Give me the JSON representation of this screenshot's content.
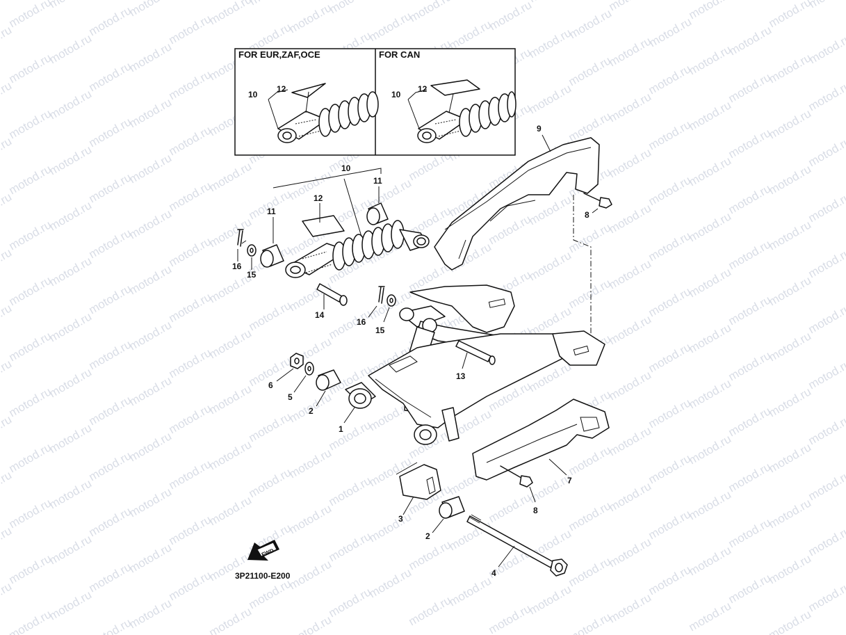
{
  "watermark": "motod.ru",
  "inset": {
    "left_header": "FOR EUR,ZAF,OCE",
    "right_header": "FOR CAN"
  },
  "diagram_code": "3P21100-E200",
  "fwd_label": "FWD",
  "part_labels": {
    "p1": "1",
    "p2a": "2",
    "p2b": "2",
    "p3": "3",
    "p4": "4",
    "p5": "5",
    "p6": "6",
    "p7": "7",
    "p8a": "8",
    "p8b": "8",
    "p9": "9",
    "p10": "10",
    "p10_left_inset": "10",
    "p10_right_inset": "10",
    "p11a": "11",
    "p11b": "11",
    "p12": "12",
    "p12_left_inset": "12",
    "p12_right_inset": "12",
    "p13": "13",
    "p14": "14",
    "p15a": "15",
    "p15b": "15",
    "p16a": "16",
    "p16b": "16"
  }
}
